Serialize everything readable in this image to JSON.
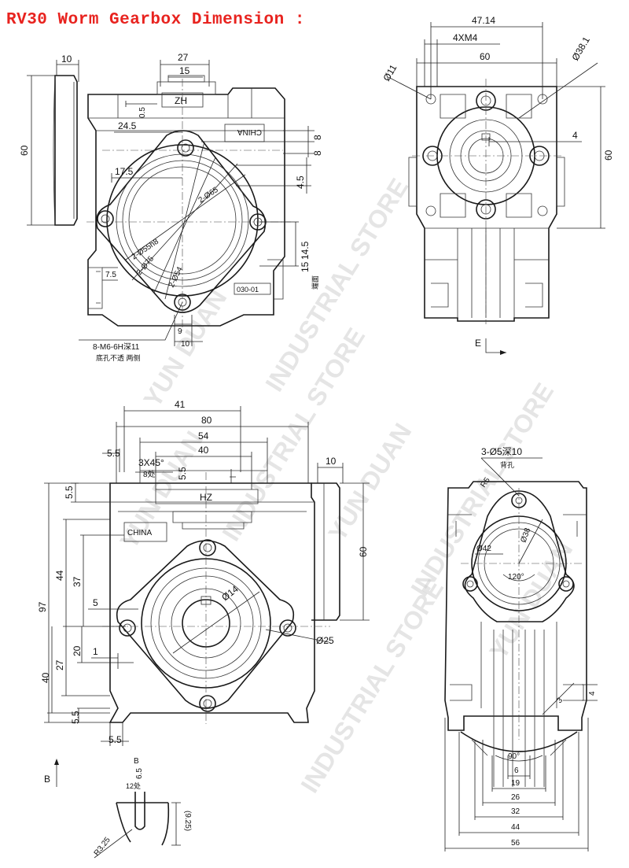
{
  "title": "RV30 Worm Gearbox Dimension :",
  "colors": {
    "title": "#e8231f",
    "lines": "#1a1a1a"
  },
  "watermark": {
    "store_a": "YUN DUAN",
    "store_b": "INDUSTRIAL STORE"
  },
  "view_top_left": {
    "dims": {
      "d10": "10",
      "d27": "27",
      "d15": "15",
      "d0_5": "0.5",
      "d24_5": "24.5",
      "d60": "60",
      "d8a": "8",
      "d8b": "8",
      "d17_5": "17.5",
      "d4_5": "4.5",
      "d14_5": "14.5",
      "d15b": "15",
      "d7_5": "7.5",
      "d9": "9",
      "d10b": "10"
    },
    "diameters": {
      "d55": "2-Ø55h8",
      "d65": "2-Ø65",
      "d75": "2-Ø75",
      "d54": "2-Ø54"
    },
    "labels": {
      "zh": "ZH",
      "china": "CHINA",
      "model": "030-01",
      "thread": "8-M6-6H深11",
      "thread_note": "底孔不透 两侧",
      "side_note": "端面"
    }
  },
  "view_top_right": {
    "dims": {
      "d47_14": "47.14",
      "d4xm4": "4XM4",
      "d60w": "60",
      "d60h": "60",
      "d4": "4"
    },
    "diameters": {
      "d11": "Ø11",
      "d38_1": "Ø38.1"
    },
    "section": "E"
  },
  "view_bottom_left": {
    "dims": {
      "d41": "41",
      "d80": "80",
      "d54": "54",
      "d40": "40",
      "d5_5a": "5.5",
      "chamfer": "3X45°",
      "chamfer_note": "8处",
      "d5_5b": "5.5",
      "d10": "10",
      "d5_5c": "5.5",
      "d97": "97",
      "d44": "44",
      "d37": "37",
      "d5": "5",
      "d20": "20",
      "d27": "27",
      "d1": "1",
      "d40v": "40",
      "d5_5d": "5.5",
      "d5_5e": "5.5",
      "d60": "60"
    },
    "diameters": {
      "d14": "Ø14",
      "d25": "Ø25"
    },
    "labels": {
      "hz": "HZ",
      "china": "CHINA"
    }
  },
  "view_bottom_right": {
    "dims": {
      "holes": "3-Ø5深10",
      "hole_note": "背孔",
      "r5": "R5",
      "d3a": "3",
      "d4": "4",
      "d6": "6",
      "d19": "19",
      "d26": "26",
      "d32": "32",
      "d44": "44",
      "d56": "56"
    },
    "diameters": {
      "d42": "Ø42",
      "d38": "Ø38"
    },
    "angles": {
      "a120": "120°",
      "a90": "90°"
    }
  },
  "detail_b": {
    "section": "B",
    "dims": {
      "d6_5": "6.5",
      "note": "12处",
      "r3_25": "R3.25",
      "d9_25": "(9.25)"
    }
  }
}
